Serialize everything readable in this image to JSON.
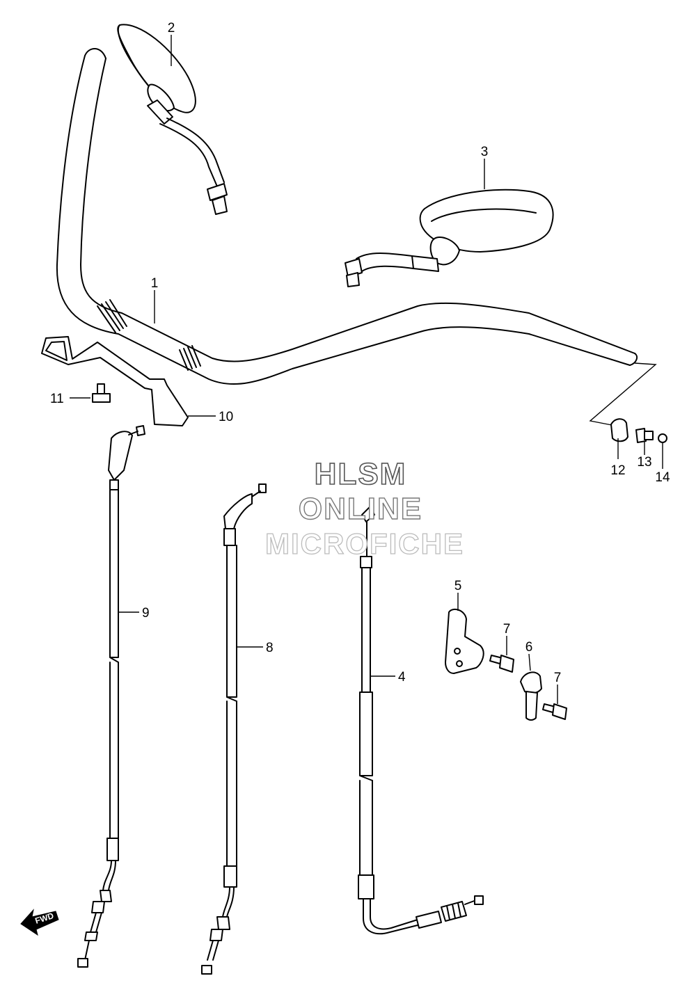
{
  "callouts": {
    "c1": "1",
    "c2": "2",
    "c3": "3",
    "c4": "4",
    "c5": "5",
    "c6": "6",
    "c7a": "7",
    "c7b": "7",
    "c8": "8",
    "c9": "9",
    "c10": "10",
    "c11": "11",
    "c12": "12",
    "c13": "13",
    "c14": "14"
  },
  "watermark": {
    "line1": "HLSM",
    "line2": "ONLINE",
    "line3": "MICROFICHE"
  },
  "fwd_label": "FWD"
}
